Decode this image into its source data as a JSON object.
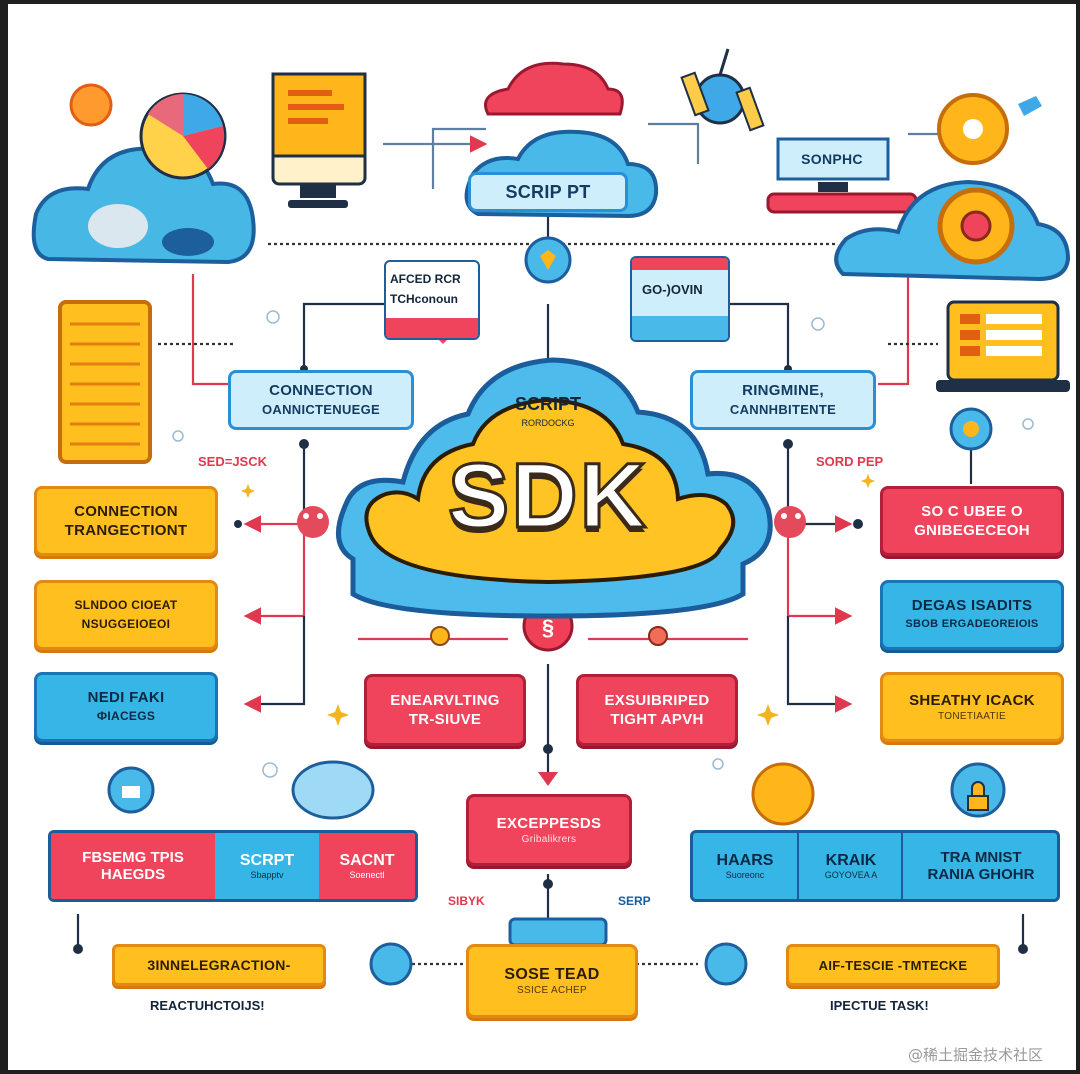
{
  "center": {
    "title": "SDK",
    "top_label": "SCRIPT",
    "top_sub": "RORDOCKG"
  },
  "top_cloud": {
    "label": "SCRIP PT"
  },
  "monitor_label": "SONPHC",
  "panel_left": {
    "line1": "AFCED RCR",
    "line2": "TCHconoun"
  },
  "panel_right": {
    "line1": "GO-)OVIN"
  },
  "conn_left": {
    "line1": "CONNECTION",
    "line2": "OANNICTENUEGE"
  },
  "conn_right": {
    "line1": "RINGMINE,",
    "line2": "CANNHBITENTE"
  },
  "side_labels": {
    "left": "SED=JSCK",
    "right": "SORD PEP"
  },
  "left_boxes": [
    {
      "line1": "CONNECTION",
      "line2": "TRANGECTIONT"
    },
    {
      "line1": "SLNDOO CIOEAT",
      "line2": "NSUGGEIOEOI"
    },
    {
      "line1": "NEDI FAKI",
      "line2": "ФIACEGS"
    }
  ],
  "right_boxes": [
    {
      "line1": "SO C UBEE O",
      "line2": "GNIBEGECEOH"
    },
    {
      "line1": "DEGAS ISADITS",
      "line2": "SBOB ERGADEOREIOIS"
    },
    {
      "line1": "SHEATHY ICACK",
      "line2": "TONETIAATIE"
    }
  ],
  "mid_boxes": {
    "left": {
      "line1": "ENEARVLTING",
      "line2": "TR-SIUVE"
    },
    "right": {
      "line1": "EXSUIBRIPED",
      "line2": "TIGHT APVH"
    },
    "center": {
      "line1": "EXCEPPESDS",
      "line2": "Gribalikrers"
    }
  },
  "left_strip": [
    {
      "line1": "FBSEMG TPIS",
      "line2": "HAEGDS"
    },
    {
      "line1": "SCRPT",
      "line2": "Sbapptv"
    },
    {
      "line1": "SACNT",
      "line2": "Soenectl"
    }
  ],
  "right_strip": [
    {
      "line1": "HAARS",
      "line2": "Suoreonc"
    },
    {
      "line1": "KRAIK",
      "line2": "GOYOVEA A"
    },
    {
      "line1": "TRA MNIST",
      "line2": "RANIA GHOHR"
    }
  ],
  "small_labels": {
    "left": "SIBYK",
    "right": "SERP"
  },
  "bottom": {
    "left_button": "3INNELEGRACTION-",
    "left_caption": "REACTUHCTOIJS!",
    "center_box": {
      "line1": "SOSE TEAD",
      "line2": "SSICE ACHEP"
    },
    "right_button": "AIF-TESCIE -TMTECKE",
    "right_caption": "IPECTUE TASK!"
  },
  "watermark": "@稀土掘金技术社区",
  "icons": [
    "cloud-icon",
    "gear-icon",
    "document-icon",
    "monitor-icon",
    "pie-chart-icon",
    "satellite-icon",
    "laptop-icon",
    "location-pin-icon",
    "padlock-icon",
    "globe-icon",
    "bug-icon",
    "heart-icon"
  ],
  "colors": {
    "yellow": "#ffbf1f",
    "blue": "#36b6e6",
    "red": "#f0435c",
    "dark_blue": "#1b74b5"
  }
}
